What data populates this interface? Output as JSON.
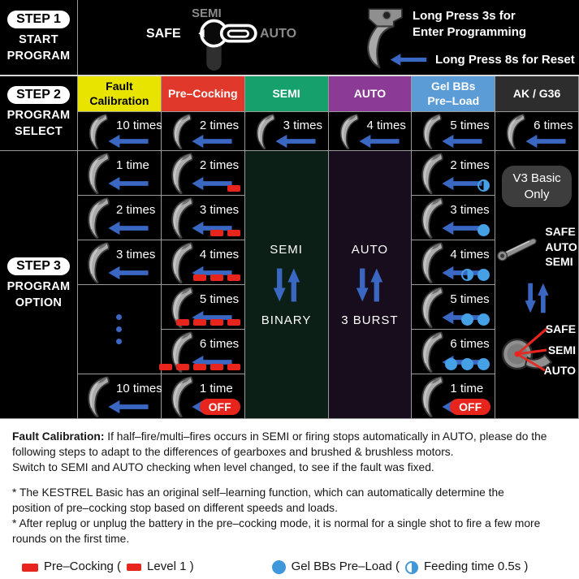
{
  "step1": {
    "badge": "STEP 1",
    "label": "START\nPROGRAM",
    "selector": {
      "top": "SEMI",
      "left": "SAFE",
      "right": "AUTO"
    },
    "note1_line1": "Long Press 3s for",
    "note1_line2": "Enter Programming",
    "note2": "Long Press 8s for Reset"
  },
  "step2": {
    "badge": "STEP 2",
    "label": "PROGRAM\nSELECT",
    "columns": [
      {
        "header": "Fault\nCalibration",
        "select": "10 times"
      },
      {
        "header": "Pre–Cocking",
        "select": "2 times"
      },
      {
        "header": "SEMI",
        "select": "3 times"
      },
      {
        "header": "AUTO",
        "select": "4 times"
      },
      {
        "header": "Gel BBs\nPre–Load",
        "select": "5 times"
      },
      {
        "header": "AK / G36",
        "select": "6 times"
      }
    ]
  },
  "step3": {
    "badge": "STEP 3",
    "label": "PROGRAM\nOPTION",
    "off_label": "OFF",
    "fault": {
      "opt1": "1 time",
      "opt2": "2 times",
      "opt3": "3 times",
      "opt4": "10 times"
    },
    "precocking": {
      "opt1": "2 times",
      "opt2": "3 times",
      "opt3": "4 times",
      "opt4": "5 times",
      "opt5": "6 times",
      "opt6": "1 time"
    },
    "semi": {
      "top": "SEMI",
      "bottom": "BINARY"
    },
    "auto": {
      "top": "AUTO",
      "bottom": "3 BURST"
    },
    "gel": {
      "opt1": "2 times",
      "opt2": "3 times",
      "opt3": "4 times",
      "opt4": "5 times",
      "opt5": "6 times",
      "opt6": "1 time"
    },
    "ak": {
      "pill": "V3 Basic\nOnly",
      "lever1": "SAFE",
      "lever2": "AUTO",
      "lever3": "SEMI",
      "dial1": "SAFE",
      "dial2": "SEMI",
      "dial3": "AUTO"
    }
  },
  "footer": {
    "p1_bold": "Fault Calibration:",
    "p1_rest": " If half–fire/multi–fires occurs in SEMI or firing stops automatically in AUTO, please do the\nfollowing steps to adapt to the differences of gearboxes and brushed & brushless motors.\nSwitch to SEMI and AUTO checking when level changed, to see if the fault was fixed.",
    "notes": "* The KESTREL Basic has an original self–learning function, which can automatically determine the\nposition of pre–cocking stop based on different speeds and loads.\n* After replug or unplug the battery in the pre–cocking mode, it is normal for a single shot to fire a few more\nrounds on the first time.",
    "legend_pre": "Pre–Cocking (",
    "legend_pre_level": "Level 1 )",
    "legend_gel": "Gel BBs Pre–Load  (",
    "legend_gel_feed": "Feeding time 0.5s )"
  },
  "colors": {
    "header_yellow": "#e8e400",
    "header_red": "#e0392b",
    "header_green": "#16a16c",
    "header_purple": "#8b3a96",
    "header_blue": "#5b9cd6",
    "header_dark": "#2d2d2d",
    "semi_cell_bg": "#0c1f17",
    "auto_cell_bg": "#180d1d",
    "arrow_blue": "#3a67c2",
    "dot_blue": "#45a0e6",
    "bar_red": "#e8251d"
  }
}
